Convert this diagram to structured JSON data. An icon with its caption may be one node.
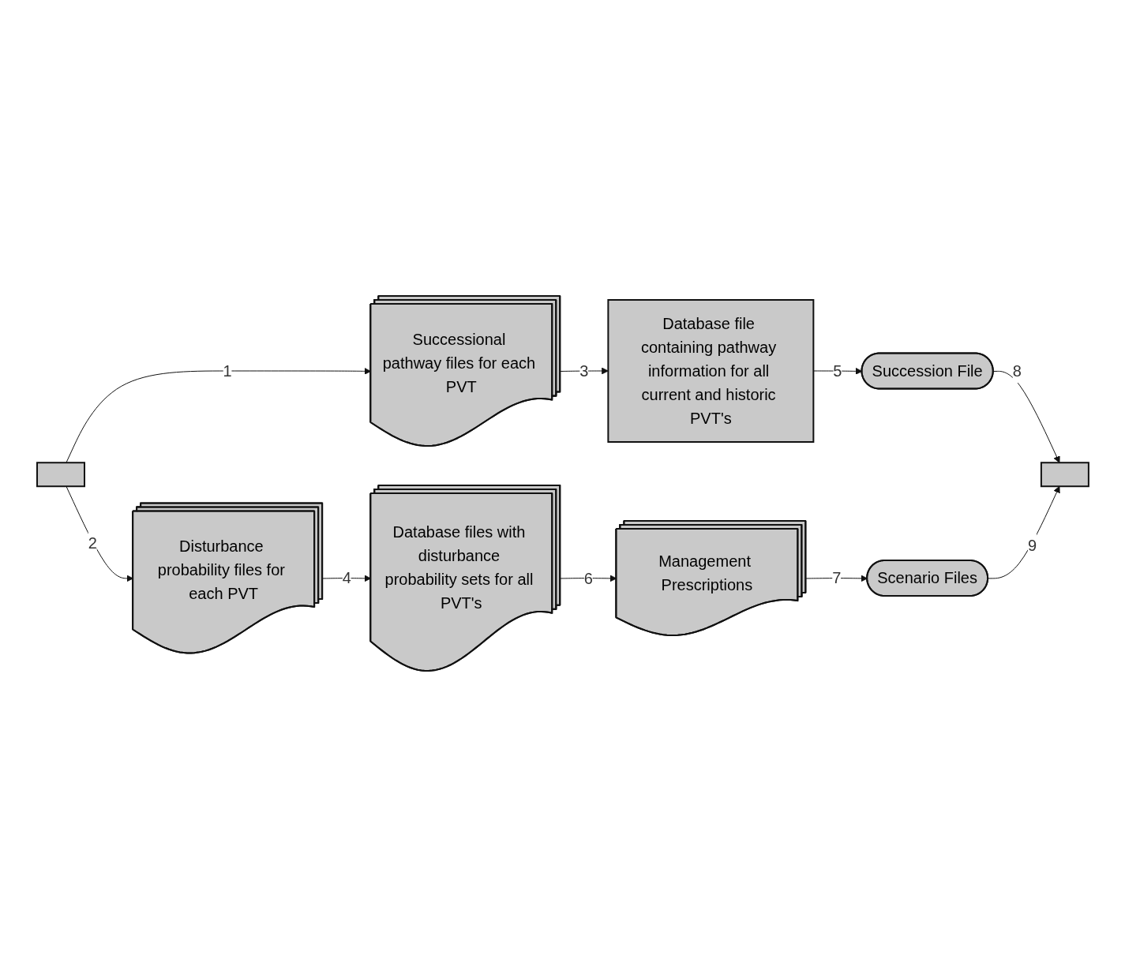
{
  "diagram": {
    "nodes": [
      {
        "text": [
          "Successional pathway files for each PVT"
        ]
      },
      {
        "text": [
          "Database file containing pathway information for all current and historic PVT's"
        ]
      },
      {
        "text": [],
        "shape": "box"
      },
      {
        "text": [
          "Disturbance probability files for each PVT"
        ]
      },
      {
        "text": [
          "Database files with disturbance probability sets for all PVT's"
        ]
      },
      {
        "text": [
          "Succession File"
        ]
      },
      {
        "text": [
          "Scenario Files"
        ]
      },
      {
        "text": [],
        "shape": "box"
      },
      {
        "text": [
          "Management Prescriptions"
        ]
      }
    ],
    "edges": [
      {
        "from": 2,
        "to": 0,
        "arrow": "to",
        "label": "1"
      },
      {
        "from": 2,
        "to": 3,
        "arrow": "to",
        "label": "2"
      },
      {
        "from": 0,
        "to": 1,
        "arrow": "to",
        "label": "3"
      },
      {
        "from": 3,
        "to": 4,
        "arrow": "to",
        "label": "4"
      },
      {
        "from": 1,
        "to": 5,
        "arrow": "to",
        "label": "5"
      },
      {
        "from": 4,
        "to": 8,
        "arrow": "to",
        "label": "6"
      },
      {
        "from": 8,
        "to": 6,
        "arrow": "to",
        "label": "7"
      },
      {
        "from": 5,
        "to": 7,
        "arrow": "to",
        "label": "8"
      },
      {
        "from": 6,
        "to": 7,
        "arrow": "to",
        "label": "9"
      }
    ]
  }
}
